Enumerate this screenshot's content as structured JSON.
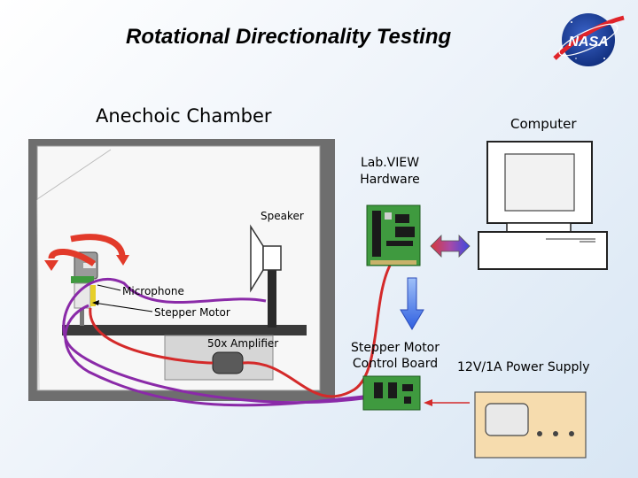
{
  "title": "Rotational Directionality Testing",
  "logo": {
    "text": "NASA"
  },
  "labels": {
    "anechoic_chamber": "Anechoic Chamber",
    "computer": "Computer",
    "labview_hardware": "Lab.VIEW Hardware",
    "speaker": "Speaker",
    "microphone": "Microphone",
    "stepper_motor": "Stepper Motor",
    "amplifier": "50x Amplifier",
    "stepper_motor_control_board": "Stepper Motor Control Board",
    "power_supply": "12V/1A Power Supply"
  },
  "colors": {
    "chamber_wall": "#6e6e6e",
    "chamber_inner": "#f7f7f7",
    "red_cable": "#d42a2a",
    "purple_cable": "#8a2aa8",
    "rotation_arrow": "#e23a2a",
    "board_green": "#3f9a3f",
    "arrow_blue": "#3f6fe8",
    "psu_body": "#f6dcae",
    "nasa_blue": "#1b3d99"
  }
}
